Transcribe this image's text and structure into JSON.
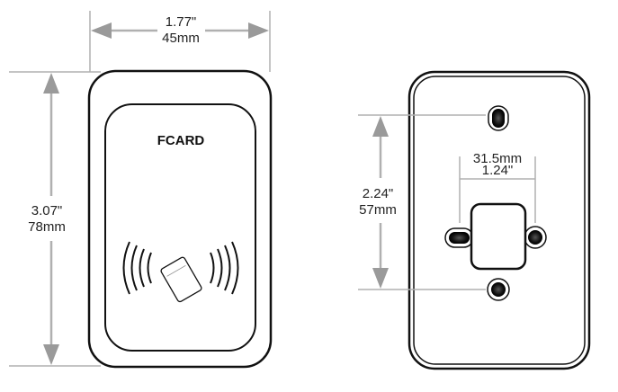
{
  "front_view": {
    "brand": "FCARD",
    "width_dimension": {
      "inch": "1.77\"",
      "mm": "45mm"
    },
    "height_dimension": {
      "inch": "3.07\"",
      "mm": "78mm"
    }
  },
  "back_view": {
    "hole_spacing_vertical": {
      "inch": "2.24\"",
      "mm": "57mm"
    },
    "hole_spacing_horizontal": {
      "mm": "31.5mm",
      "inch": "1.24\""
    }
  },
  "colors": {
    "outline": "#111111",
    "arrow": "#9a9a9a",
    "arrow_line": "#b0b0b0",
    "text": "#222222"
  },
  "icons": {
    "rfid": "rfid-waves-icon"
  }
}
